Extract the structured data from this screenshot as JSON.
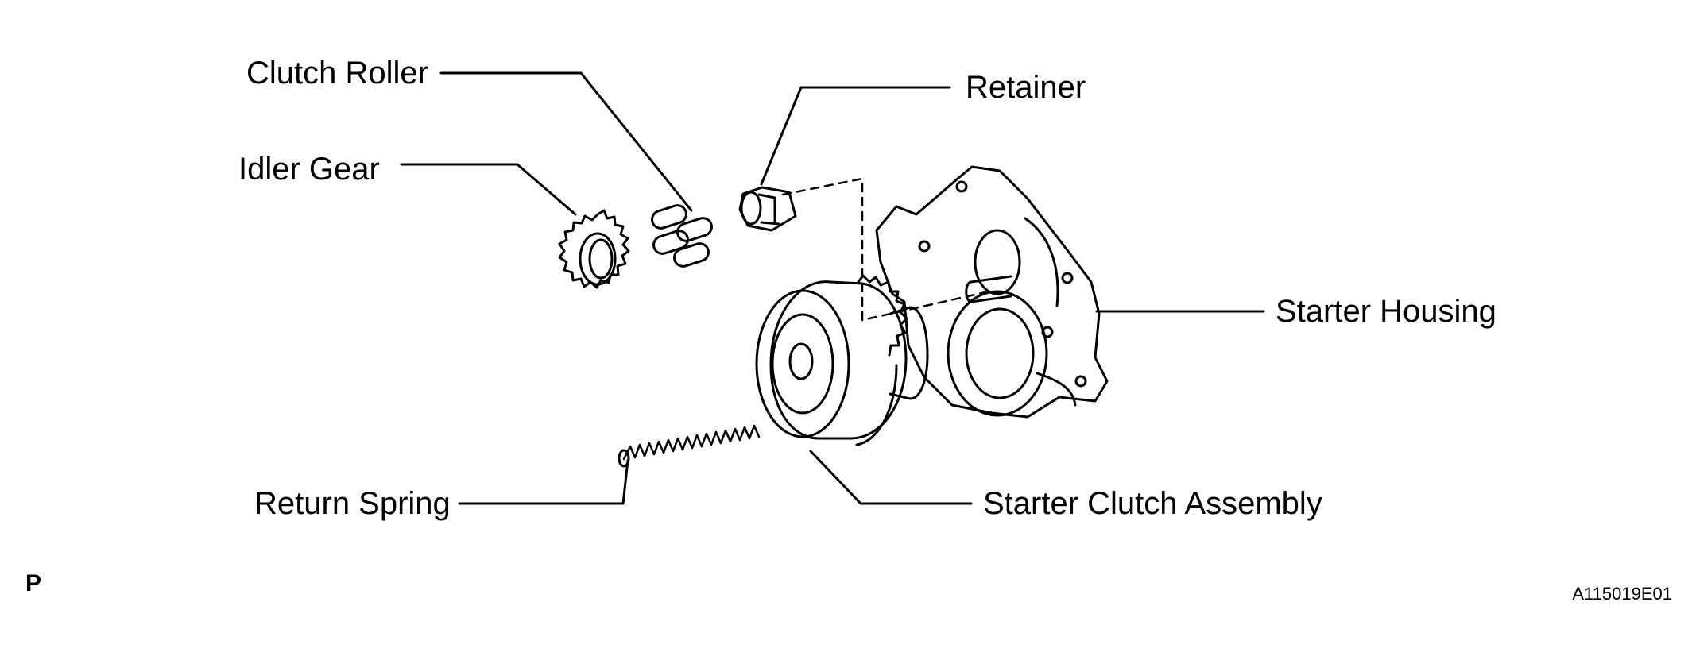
{
  "labels": {
    "clutch_roller": "Clutch Roller",
    "retainer": "Retainer",
    "idler_gear": "Idler Gear",
    "starter_housing": "Starter Housing",
    "return_spring": "Return Spring",
    "starter_clutch_assembly": "Starter Clutch Assembly"
  },
  "corner_mark": "P",
  "figure_code": "A115019E01"
}
